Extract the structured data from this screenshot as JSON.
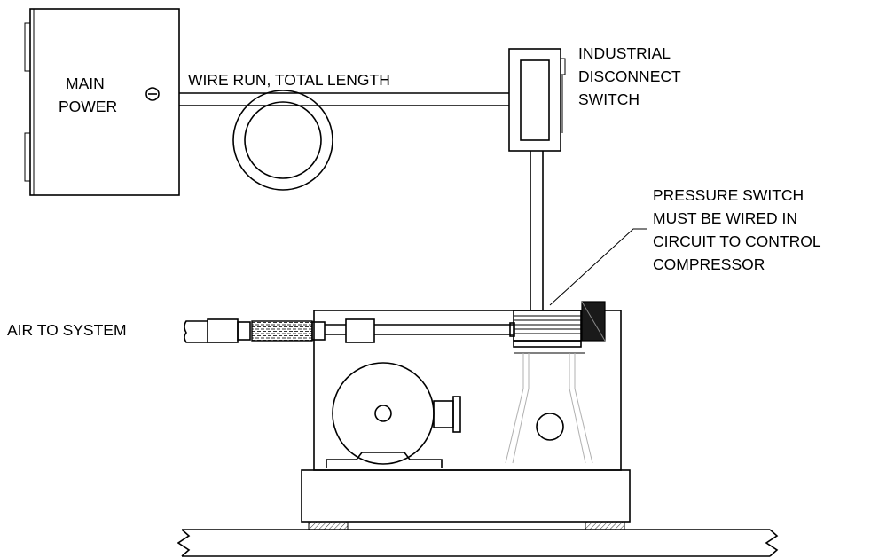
{
  "labels": {
    "main_power": [
      "MAIN",
      "POWER"
    ],
    "wire_run": "WIRE RUN, TOTAL LENGTH",
    "disconnect": [
      "INDUSTRIAL",
      "DISCONNECT",
      "SWITCH"
    ],
    "pressure_switch": [
      "PRESSURE SWITCH",
      "MUST BE WIRED IN",
      "CIRCUIT TO CONTROL",
      "COMPRESSOR"
    ],
    "air_to_system": "AIR TO SYSTEM"
  }
}
